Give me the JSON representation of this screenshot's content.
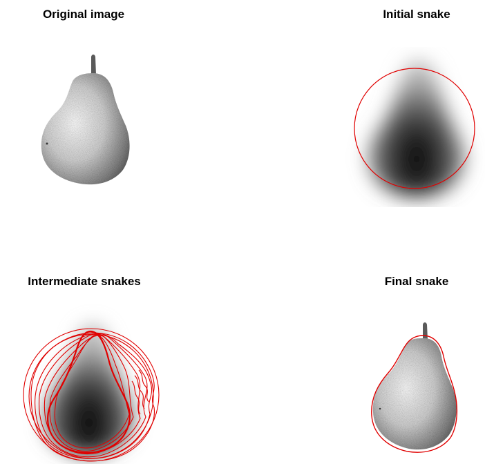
{
  "titles": {
    "original": "Original image",
    "initial": "Initial snake",
    "intermediate": "Intermediate snakes",
    "final": "Final snake"
  },
  "colors": {
    "snake": "#e00000",
    "background": "#ffffff"
  },
  "icons": {
    "original": "pear-photo",
    "initial": "blurred-pear",
    "intermediate": "blurred-pear",
    "final": "pear-photo"
  }
}
